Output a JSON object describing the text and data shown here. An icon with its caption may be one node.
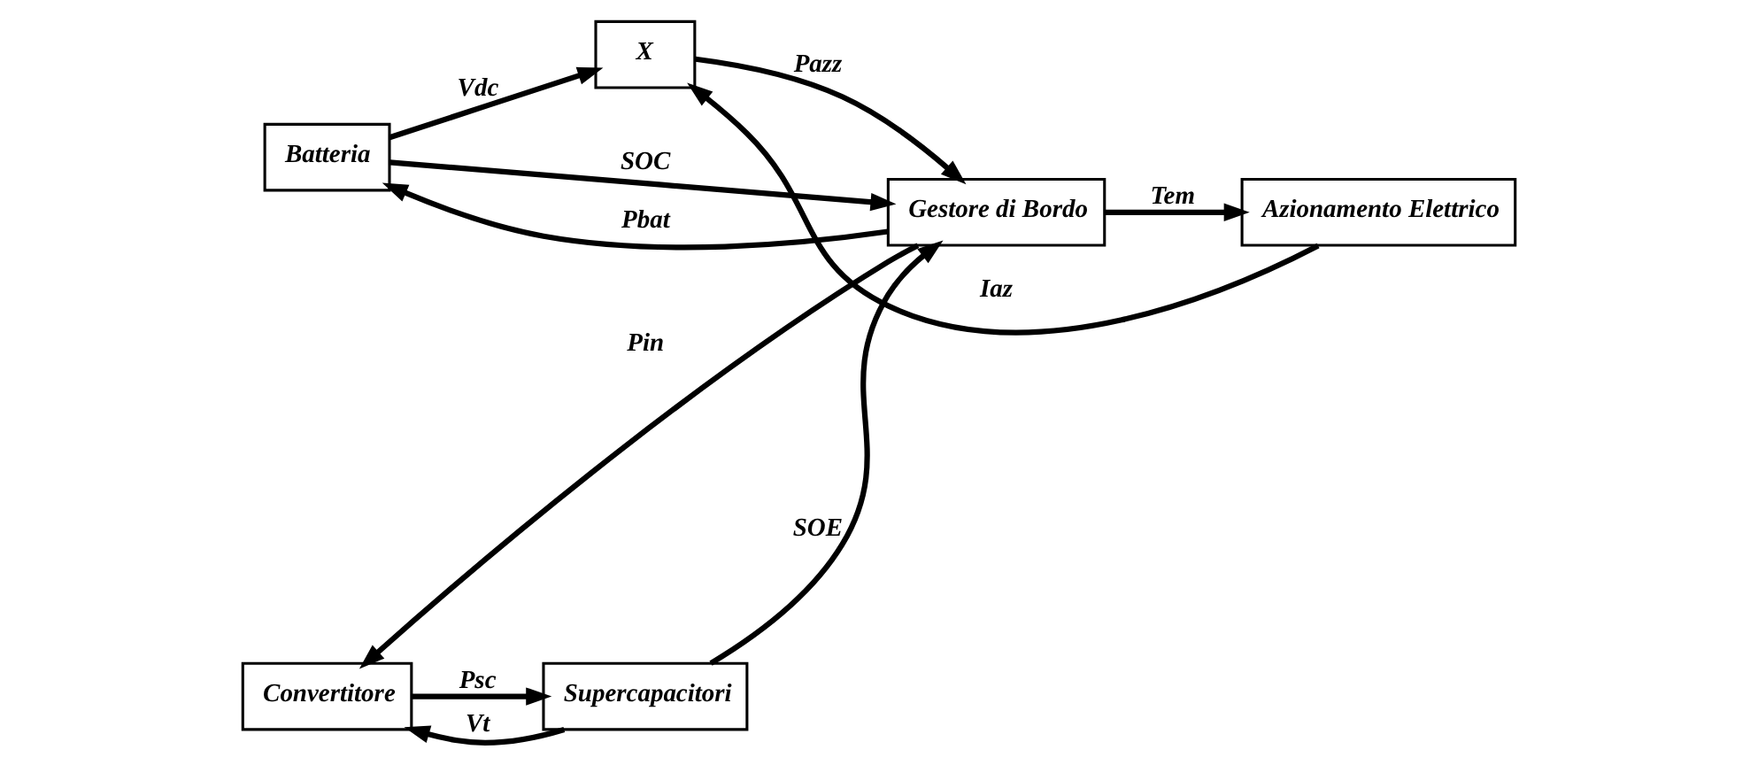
{
  "diagram": {
    "nodes": [
      {
        "text": [
          "X"
        ]
      },
      {
        "text": [
          "Batteria"
        ]
      },
      {
        "text": [
          "Gestore di Bordo"
        ]
      },
      {
        "text": [
          "Azionamento Elettrico"
        ]
      },
      {
        "text": [
          "Convertitore"
        ]
      },
      {
        "text": [
          "Supercapacitori"
        ]
      }
    ],
    "edges": [
      {
        "from": 3,
        "to": 0,
        "arrow": "to",
        "label": "Iaz"
      },
      {
        "from": 1,
        "to": 0,
        "arrow": "to",
        "label": "Vdc"
      },
      {
        "from": 0,
        "to": 2,
        "arrow": "to",
        "label": "Pazz"
      },
      {
        "from": 1,
        "to": 2,
        "arrow": "to",
        "label": "SOC"
      },
      {
        "from": 5,
        "to": 2,
        "arrow": "to",
        "label": "SOE"
      },
      {
        "from": 2,
        "to": 3,
        "arrow": "to",
        "label": "Tem"
      },
      {
        "from": 2,
        "to": 1,
        "arrow": "to",
        "label": "Pbat"
      },
      {
        "from": 2,
        "to": 4,
        "arrow": "to",
        "label": "Pin"
      },
      {
        "from": 4,
        "to": 5,
        "arrow": "to",
        "label": "Psc"
      },
      {
        "from": 5,
        "to": 4,
        "arrow": "to",
        "label": "Vt"
      }
    ]
  }
}
